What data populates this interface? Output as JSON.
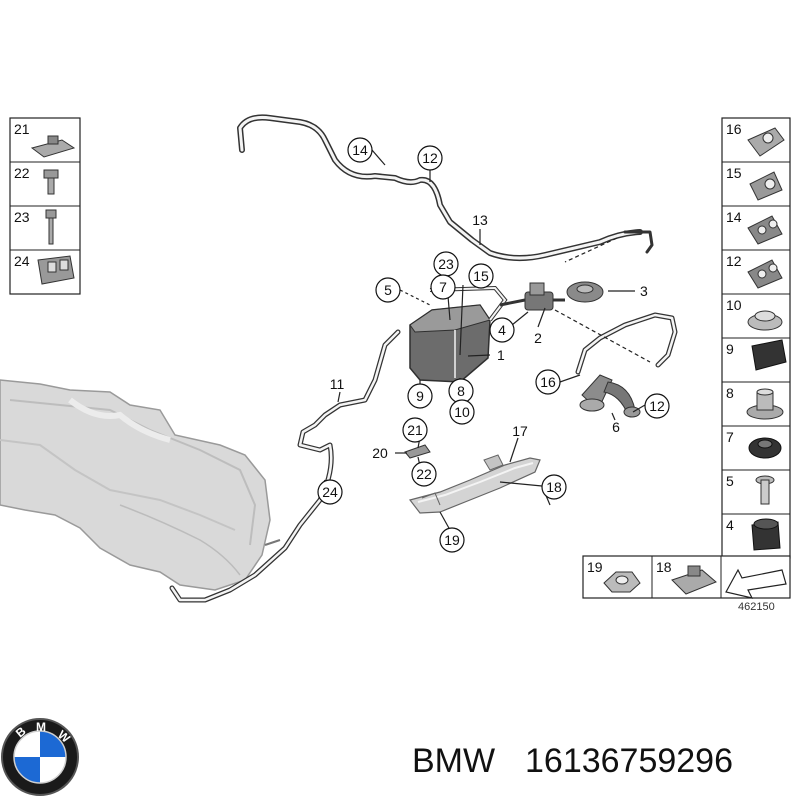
{
  "drawing_number": "462150",
  "brand": "BMW",
  "part_number": "16136759296",
  "logo": {
    "text": "BMW",
    "colors": {
      "blue": "#1c69d4",
      "ring": "#1a1a1a",
      "white": "#ffffff"
    }
  },
  "left_parts_box": [
    "21",
    "22",
    "23",
    "24"
  ],
  "right_parts_box": [
    "16",
    "15",
    "14",
    "12",
    "10",
    "9",
    "8",
    "7",
    "5",
    "4"
  ],
  "bottom_parts_box": [
    "19",
    "18"
  ],
  "callouts": {
    "c14": "14",
    "c12a": "12",
    "c13": "13",
    "c23": "23",
    "c15": "15",
    "c5": "5",
    "c7": "7",
    "c3": "3",
    "c4": "4",
    "c2": "2",
    "c1": "1",
    "c11": "11",
    "c9": "9",
    "c8": "8",
    "c10": "10",
    "c16": "16",
    "c6": "6",
    "c12b": "12",
    "c21": "21",
    "c17": "17",
    "c20": "20",
    "c22": "22",
    "c18": "18",
    "c24": "24",
    "c19": "19"
  }
}
